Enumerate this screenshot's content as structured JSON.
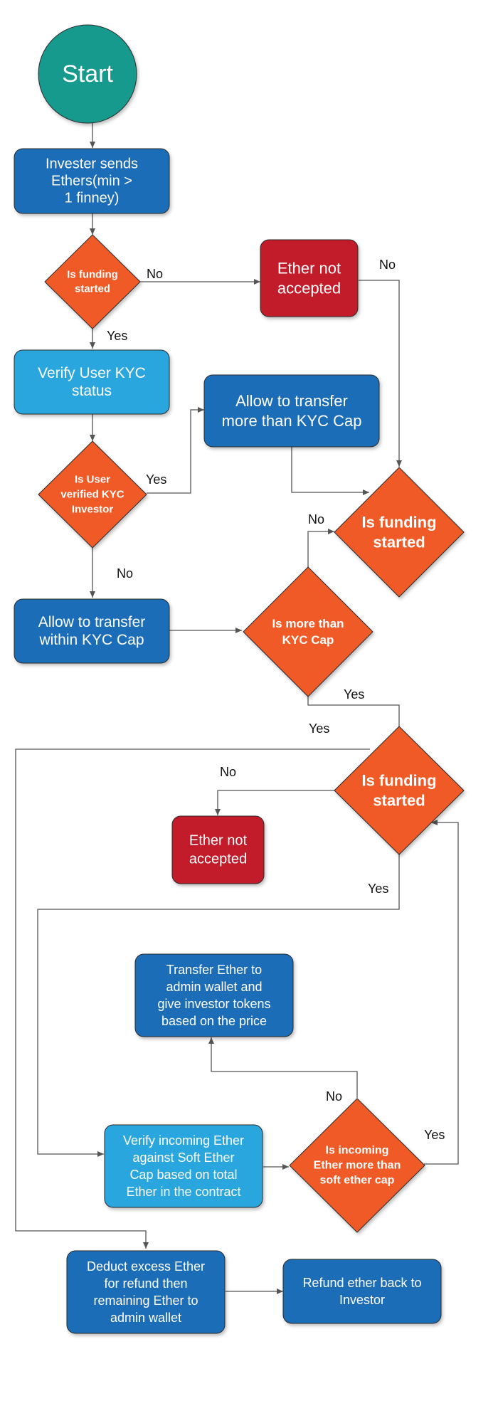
{
  "colors": {
    "teal": "#139A8E",
    "blue": "#1B6DB8",
    "light_blue": "#29A6DF",
    "orange": "#EF5A27",
    "red": "#C21E2C",
    "line": "#555555",
    "text_dark": "#111111",
    "text_light": "#ffffff"
  },
  "nodes": {
    "start": {
      "label": "Start"
    },
    "investor_sends": {
      "label": [
        "Invester sends",
        "Ethers(min >",
        "1 finney)"
      ]
    },
    "is_funding_1": {
      "label": [
        "Is funding",
        "started"
      ]
    },
    "ether_not_accepted_1": {
      "label": [
        "Ether not",
        "accepted"
      ]
    },
    "verify_kyc": {
      "label": [
        "Verify User KYC",
        "status"
      ]
    },
    "allow_more_kyc": {
      "label": [
        "Allow to transfer",
        "more than KYC Cap"
      ]
    },
    "is_user_verified": {
      "label": [
        "Is User",
        "verified KYC",
        "Investor"
      ]
    },
    "is_funding_2": {
      "label": [
        "Is funding",
        "started"
      ]
    },
    "allow_within_kyc": {
      "label": [
        "Allow to transfer",
        "within KYC Cap"
      ]
    },
    "is_more_kyc": {
      "label": [
        "Is more than",
        "KYC Cap"
      ]
    },
    "is_funding_3": {
      "label": [
        "Is funding",
        "started"
      ]
    },
    "ether_not_accepted_2": {
      "label": [
        "Ether not",
        "accepted"
      ]
    },
    "transfer_ether": {
      "label": [
        "Transfer Ether to",
        "admin wallet and",
        "give investor tokens",
        "based on the price"
      ]
    },
    "verify_incoming": {
      "label": [
        "Verify incoming Ether",
        "against Soft Ether",
        "Cap based on total",
        "Ether in the contract"
      ]
    },
    "is_incoming_more": {
      "label": [
        "Is incoming",
        "Ether more than",
        "soft ether cap"
      ]
    },
    "deduct_excess": {
      "label": [
        "Deduct excess Ether",
        "for refund then",
        "remaining Ether to",
        "admin wallet"
      ]
    },
    "refund_ether": {
      "label": [
        "Refund ether back to",
        "Investor"
      ]
    }
  },
  "edge_labels": {
    "no_1": "No",
    "no_2": "No",
    "yes_1": "Yes",
    "yes_2": "Yes",
    "no_3": "No",
    "no_4": "No",
    "yes_3": "Yes",
    "yes_4": "Yes",
    "no_5": "No",
    "yes_5": "Yes",
    "no_6": "No",
    "yes_6": "Yes"
  }
}
